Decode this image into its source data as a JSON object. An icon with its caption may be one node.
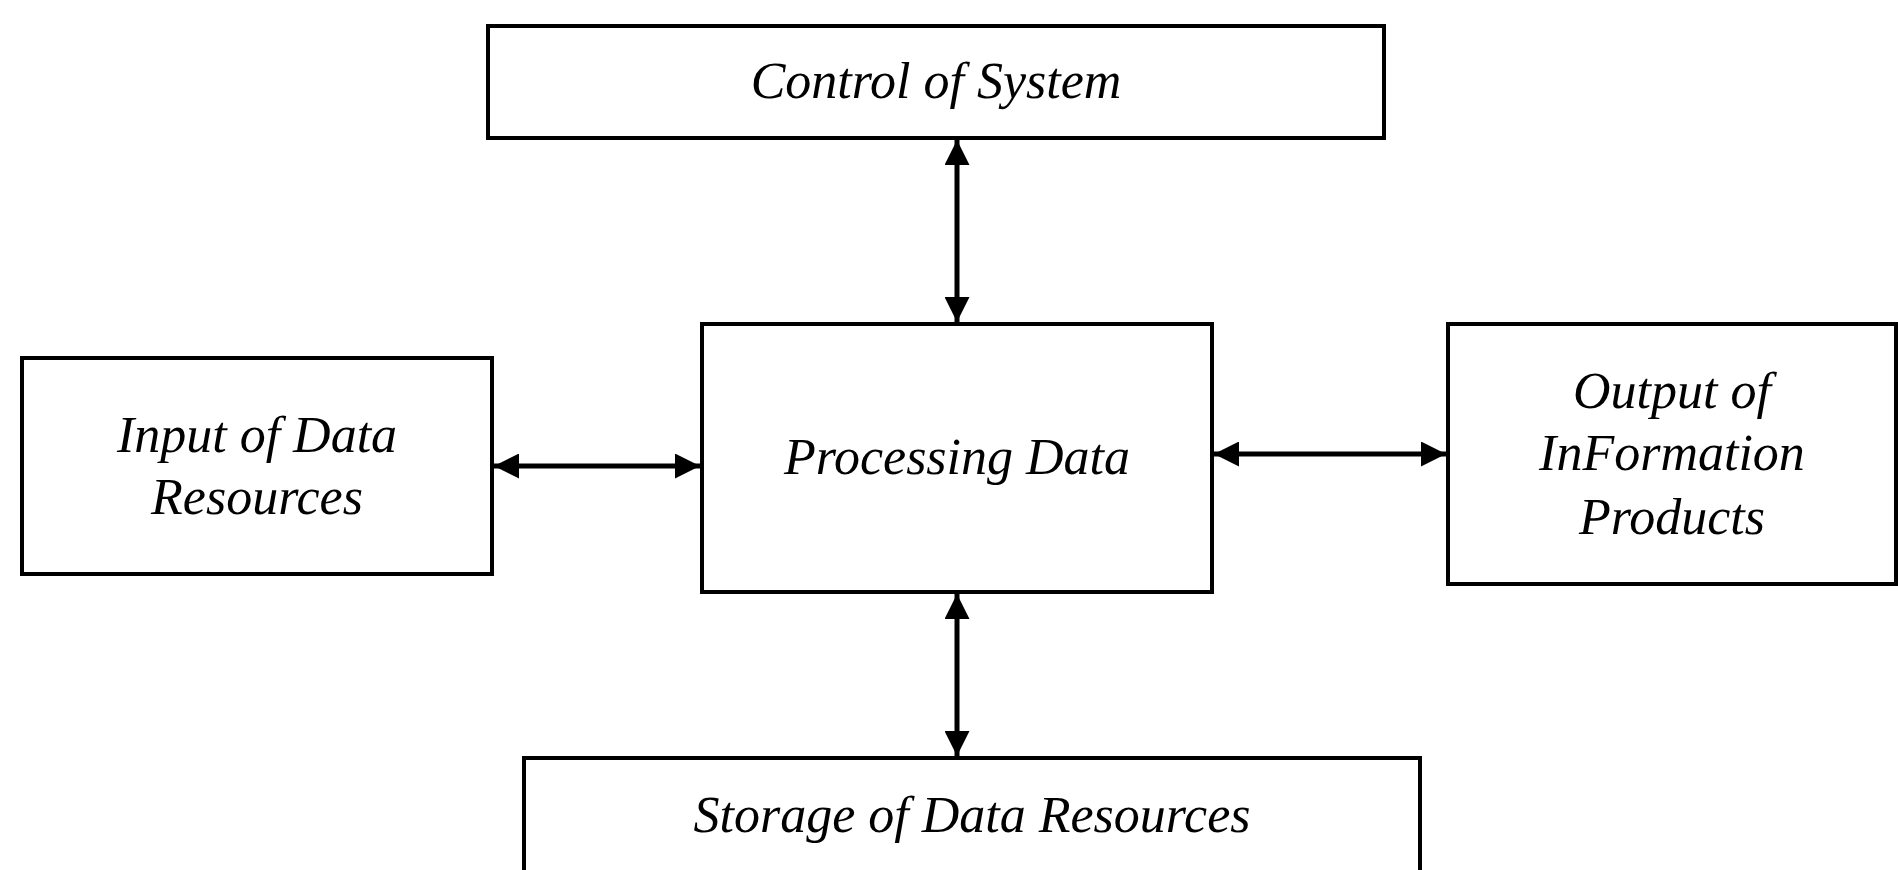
{
  "diagram": {
    "nodes": [
      {
        "text": [
          "Control of System"
        ]
      },
      {
        "text": [
          "Input of Data Resources"
        ]
      },
      {
        "text": [
          "Processing Data"
        ]
      },
      {
        "text": [
          "Output of InFormation Products"
        ]
      },
      {
        "text": [
          "Storage of Data Resources"
        ]
      }
    ],
    "edges": [
      {
        "from": 0,
        "to": 2,
        "arrow": "both"
      },
      {
        "from": 1,
        "to": 2,
        "arrow": "both"
      },
      {
        "from": 2,
        "to": 3,
        "arrow": "both"
      },
      {
        "from": 2,
        "to": 4,
        "arrow": "both"
      }
    ]
  }
}
